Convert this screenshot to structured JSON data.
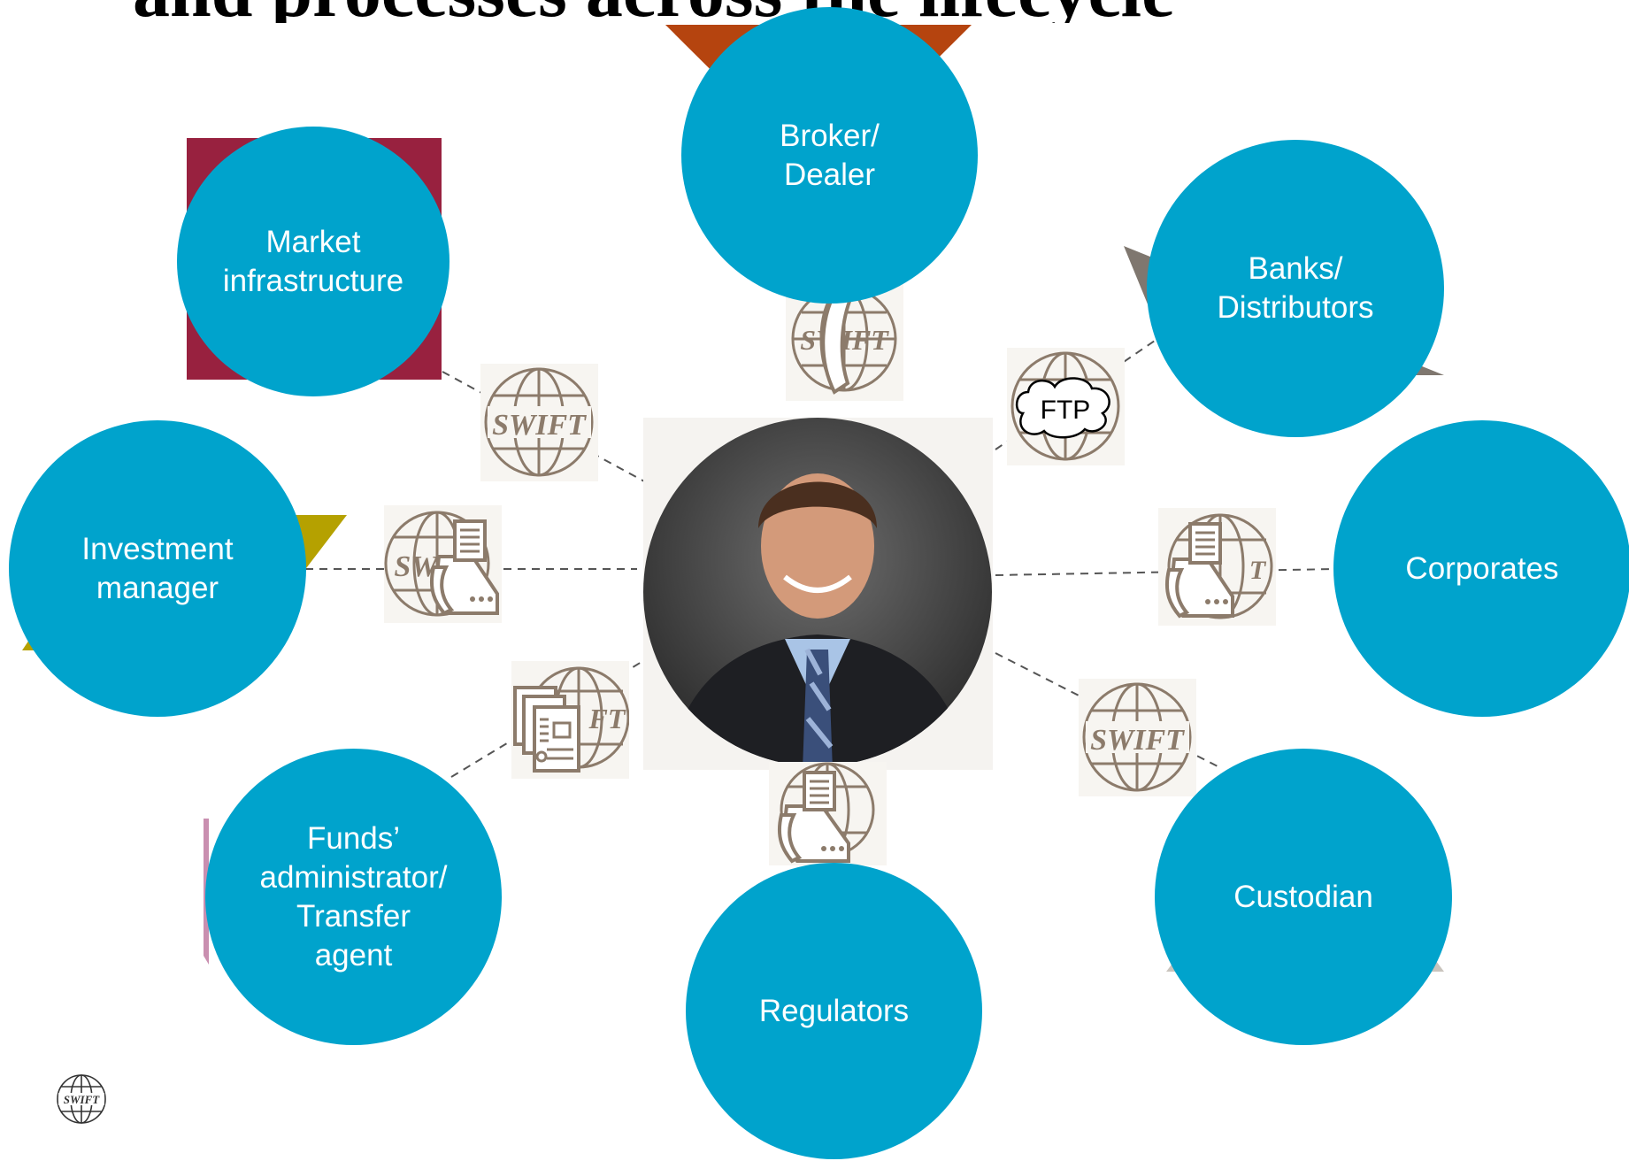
{
  "title": "and processes across the lifecycle",
  "nodes": {
    "broker": "Broker/\nDealer",
    "market": "Market\ninfrastructure",
    "banks": "Banks/\nDistributors",
    "investment": "Investment\nmanager",
    "corporates": "Corporates",
    "funds": "Funds’\nadministrator/\nTransfer\nagent",
    "custodian": "Custodian",
    "regulators": "Regulators"
  },
  "channels": {
    "ftp": "FTP",
    "swift": "SWIFT"
  },
  "colors": {
    "node": "#00a3cc",
    "icon": "#8c7b6b",
    "brown_triangle": "#b5440f",
    "burgundy": "#98213f",
    "olive": "#b5a100",
    "grey": "#7f776f"
  }
}
